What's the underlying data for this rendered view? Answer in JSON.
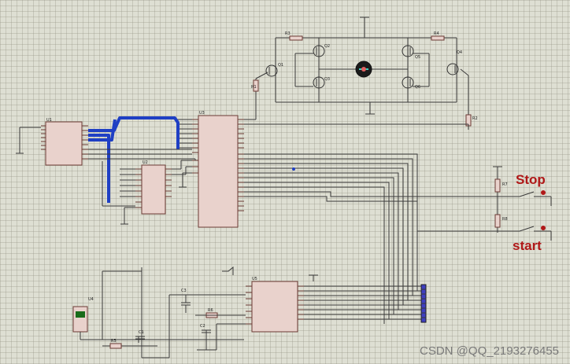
{
  "schematic": {
    "parts": {
      "u1": "U1",
      "u2": "U2",
      "u3": "U3",
      "u4": "U4",
      "u5": "U5",
      "q1": "Q1",
      "q2": "Q2",
      "q3": "Q3",
      "q4": "Q4",
      "q5": "Q5",
      "q6": "Q6",
      "r1": "R1",
      "r2": "R2",
      "r3": "R3",
      "r4": "R4",
      "r5": "R5",
      "r6": "R6",
      "r7": "R7",
      "r8": "R8",
      "c1": "C1",
      "c2": "C2",
      "c3": "C3"
    },
    "buttons": {
      "stop": "Stop",
      "start": "start"
    }
  },
  "watermark": "CSDN @QQ_2193276455",
  "colors": {
    "bus": "#1f3fc4",
    "button_label": "#b01818",
    "chip_fill": "#e9d2cc"
  }
}
